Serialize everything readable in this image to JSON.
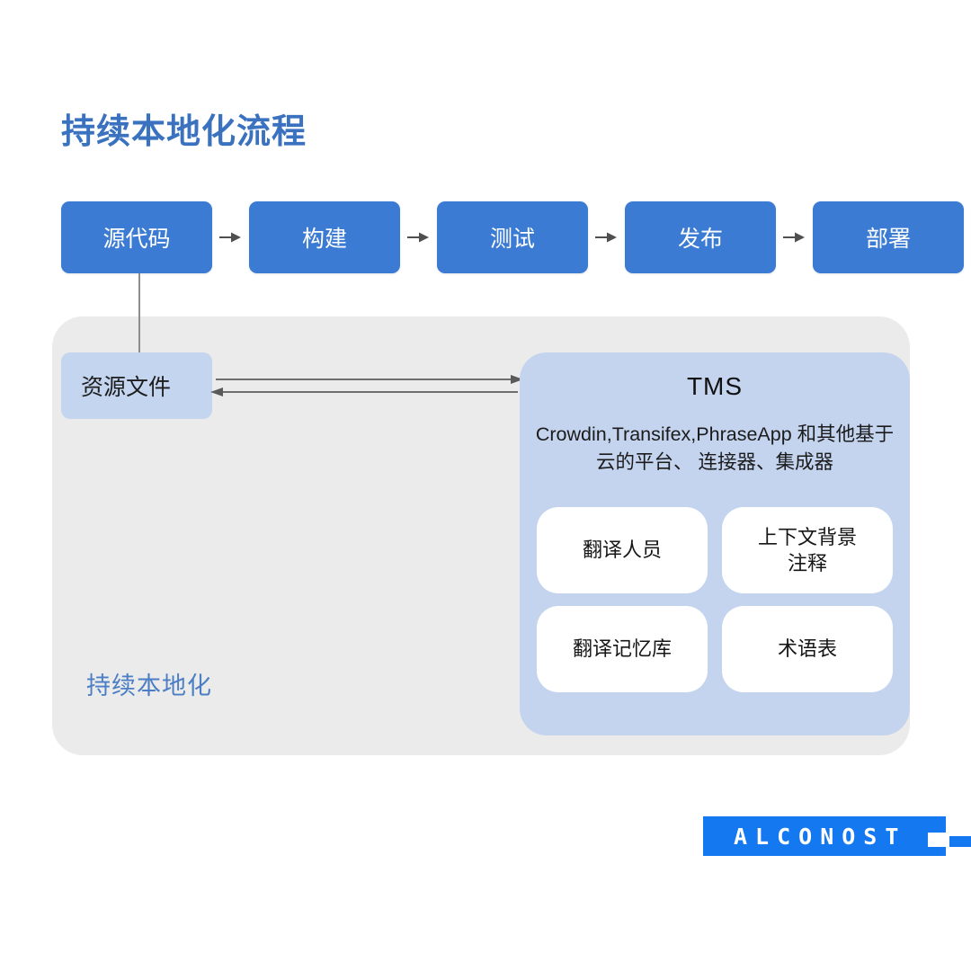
{
  "title": "持续本地化流程",
  "colors": {
    "title_blue": "#3a72c0",
    "pipeline_blue": "#3b7bd4",
    "container_grey": "#ebebeb",
    "tms_panel_blue": "#c4d4ef",
    "resource_box_blue": "#c4d5f0",
    "card_white": "#ffffff",
    "connector_grey": "#8d8d8d",
    "logo_blue": "#1478f0",
    "label_blue": "#4b7ec4"
  },
  "pipeline": {
    "steps": [
      {
        "label": "源代码"
      },
      {
        "label": "构建"
      },
      {
        "label": "测试"
      },
      {
        "label": "发布"
      },
      {
        "label": "部署"
      }
    ],
    "arrow_icon": "arrow-right-icon"
  },
  "continuous_localization": {
    "label": "持续本地化",
    "resource_box": {
      "label": "资源文件"
    },
    "connector": {
      "source_to_resource": "vertical-line",
      "resource_to_tms": "bidirectional-arrow-icon"
    }
  },
  "tms": {
    "title": "TMS",
    "description": "Crowdin,Transifex,PhraseApp 和其他基于云的平台、 连接器、集成器",
    "cards": [
      {
        "label": "翻译人员"
      },
      {
        "label": "上下文背景\n注释"
      },
      {
        "label": "翻译记忆库"
      },
      {
        "label": "术语表"
      }
    ]
  },
  "logo": {
    "text": "ALCONOST"
  }
}
